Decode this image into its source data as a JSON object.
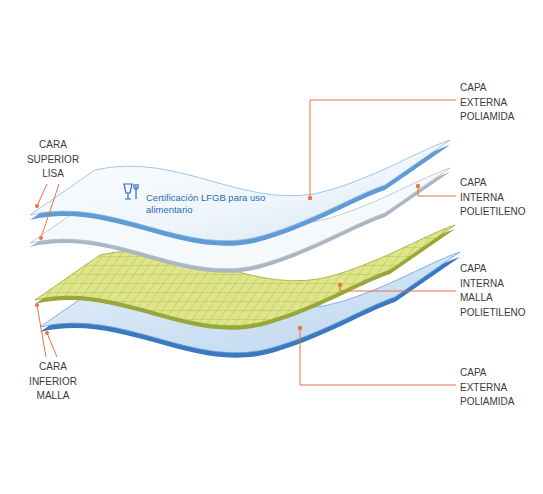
{
  "diagram": {
    "labels": [
      "CARA SUPERIOR LISA",
      "CAPA EXTERNA POLIAMIDA",
      "Certificación LFGB para uso alimentario",
      "CAPA INTERNA POLIETILENO",
      "CAPA INTERNA MALLA POLIETILENO",
      "CARA INFERIOR MALLA",
      "CAPA EXTERNA POLIAMIDA"
    ]
  }
}
